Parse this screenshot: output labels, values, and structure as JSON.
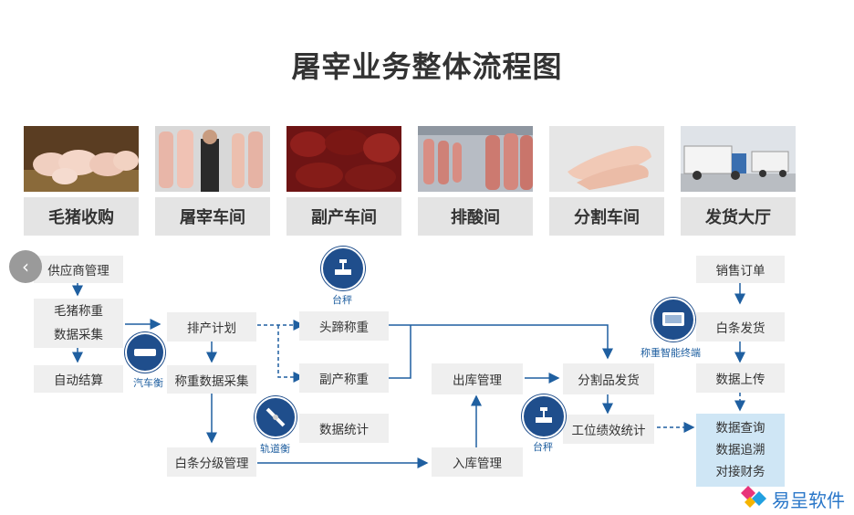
{
  "title": "屠宰业务整体流程图",
  "stages": [
    "毛猪收购",
    "屠宰车间",
    "副产车间",
    "排酸间",
    "分割车间",
    "发货大厅"
  ],
  "boxes": {
    "supplier_mgmt": "供应商管理",
    "weigh_line1": "毛猪称重",
    "weigh_line2": "数据采集",
    "auto_settle": "自动结算",
    "production_plan": "排产计划",
    "weigh_data": "称重数据采集",
    "carcass_grading": "白条分级管理",
    "head_hoof": "头蹄称重",
    "byproduct": "副产称重",
    "data_stats": "数据统计",
    "outbound": "出库管理",
    "inbound": "入库管理",
    "cut_ship": "分割品发货",
    "kpi_stats": "工位绩效统计",
    "sales_order": "销售订单",
    "carcass_ship": "白条发货",
    "data_upload": "数据上传",
    "query1": "数据查询",
    "query2": "数据追溯",
    "query3": "对接财务"
  },
  "devices": {
    "truck_scale": "汽车衡",
    "rail_scale": "轨道衡",
    "platform_scale_top": "台秤",
    "platform_scale_bottom": "台秤",
    "terminal": "称重智能终端"
  },
  "logo": "易呈软件",
  "colors": {
    "arrow": "#1f5fa0",
    "device": "#1f4e8c",
    "stage_bg": "#e4e4e4",
    "box_bg": "#efefef",
    "highlight_bg": "#cfe6f5"
  }
}
